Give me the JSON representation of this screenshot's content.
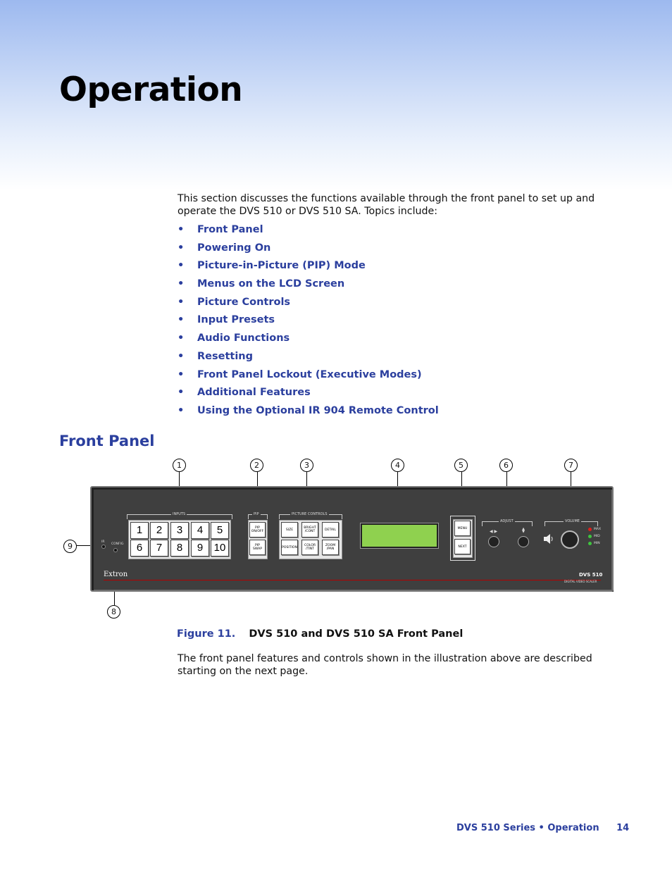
{
  "page": {
    "title": "Operation",
    "intro": "This section discusses the functions available through the front panel to set up and operate the DVS 510 or DVS 510 SA. Topics include:",
    "bullet_char": "•",
    "topics": [
      "Front Panel",
      "Powering On",
      "Picture-in-Picture (PIP) Mode",
      "Menus on the LCD Screen",
      "Picture Controls",
      "Input Presets",
      "Audio Functions",
      "Resetting",
      "Front Panel Lockout (Executive Modes)",
      "Additional Features",
      "Using the Optional IR 904 Remote Control"
    ],
    "section_heading": "Front Panel",
    "figure": {
      "callouts": [
        "1",
        "2",
        "3",
        "4",
        "5",
        "6",
        "7",
        "8",
        "9"
      ],
      "panel": {
        "ir_label": "IR",
        "config_label": "CONFIG",
        "inputs_label": "INPUTS",
        "input_buttons": [
          "1",
          "2",
          "3",
          "4",
          "5",
          "6",
          "7",
          "8",
          "9",
          "10"
        ],
        "pip_label": "PIP",
        "pip_buttons": [
          "PIP ON/OFF",
          "PIP SWAP"
        ],
        "picture_controls_label": "PICTURE CONTROLS",
        "picture_buttons": [
          "SIZE",
          "BRIGHT /CONT",
          "DETAIL",
          "POSITION",
          "COLOR /TINT",
          "ZOOM /PAN"
        ],
        "menu_buttons": [
          "MENU",
          "NEXT"
        ],
        "adjust_label": "ADJUST",
        "adjust_symbols": [
          "◀ ▶",
          "▲ ▼"
        ],
        "volume_label": "VOLUME",
        "volume_leds": [
          {
            "label": "MAX",
            "color": "#e0201a"
          },
          {
            "label": "MID",
            "color": "#3fc43f"
          },
          {
            "label": "MIN",
            "color": "#3fc43f"
          }
        ],
        "brand": "Extron",
        "model": "DVS 510",
        "model_subtitle": "DIGITAL VIDEO SCALER",
        "lcd_color": "#8fd14f",
        "accent_red": "#b30000"
      },
      "caption_number": "Figure 11.",
      "caption_text": "DVS 510 and DVS 510 SA Front Panel"
    },
    "after_text": "The front panel features and controls shown in the illustration above are described starting on the next page.",
    "footer": {
      "text": "DVS 510 Series • Operation",
      "page_number": "14"
    },
    "colors": {
      "link": "#2b3f9e",
      "header_gradient_top": "#9db9ef"
    }
  }
}
